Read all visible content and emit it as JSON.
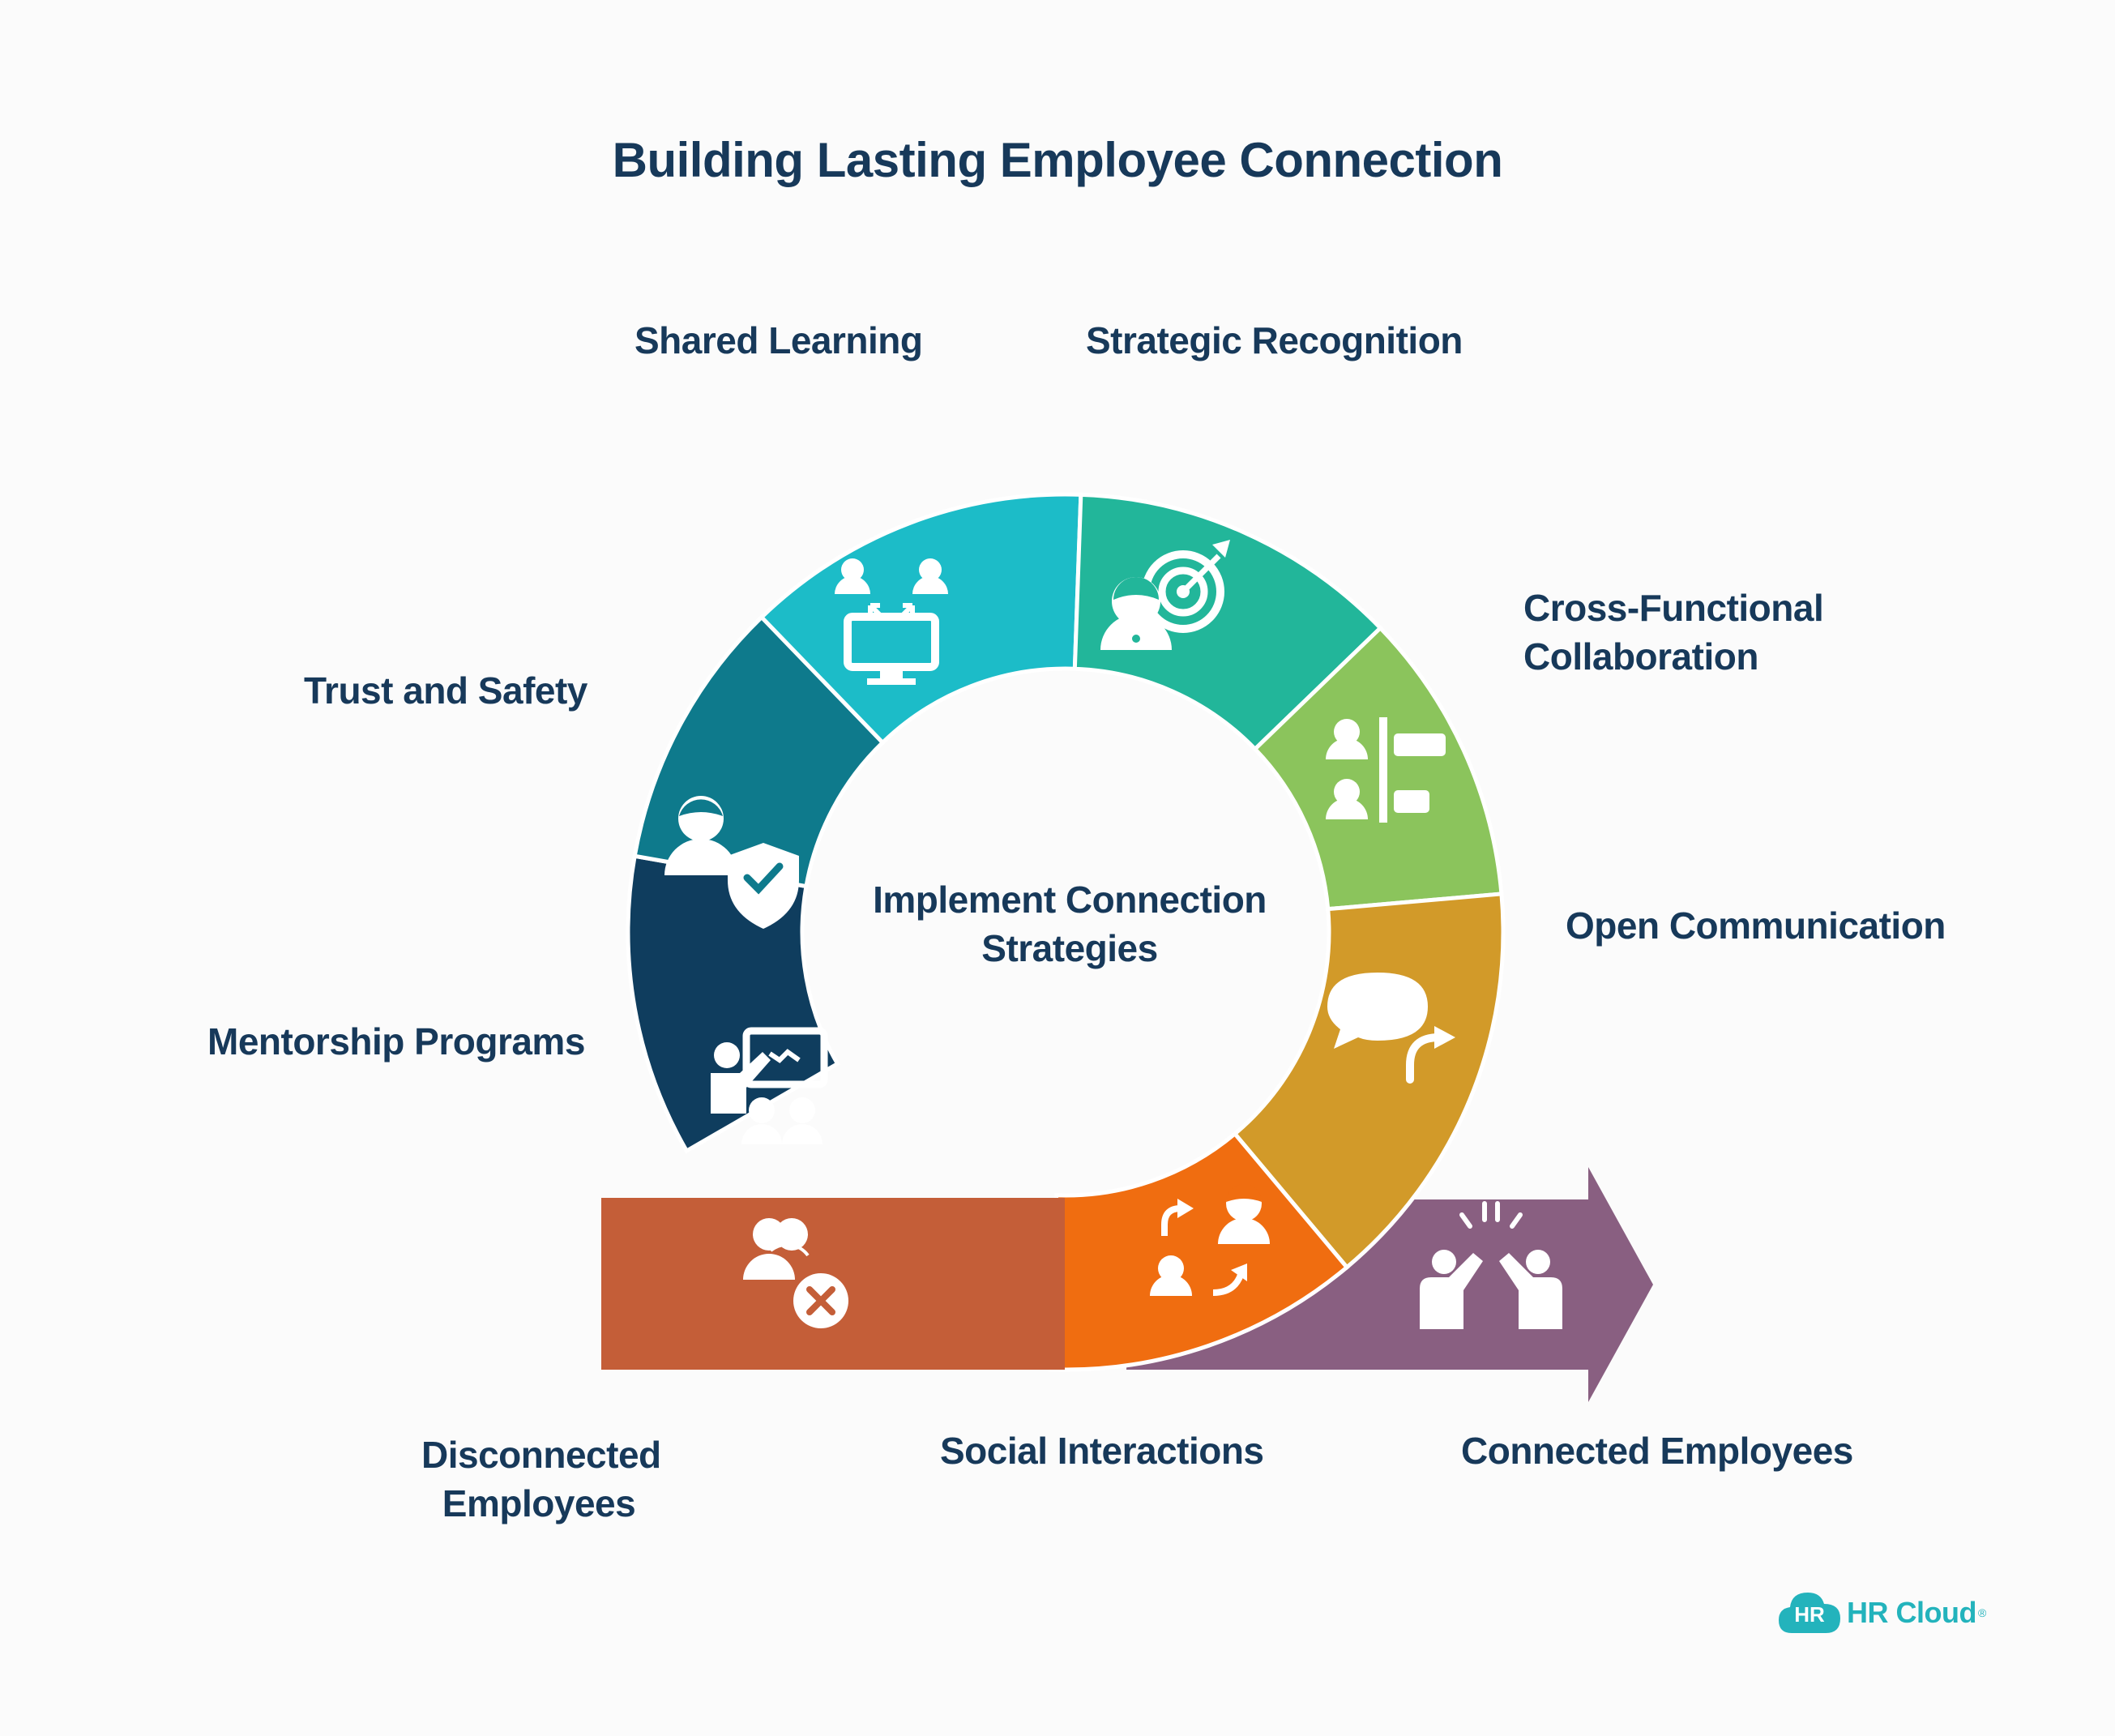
{
  "title": "Building Lasting Employee Connection",
  "center": {
    "line1": "Implement Connection",
    "line2": "Strategies"
  },
  "stages": [
    {
      "id": "mentorship",
      "label_line1": "Mentorship Programs",
      "label_line2": "",
      "color": "#0f3d5e",
      "icon": "presentation-icon"
    },
    {
      "id": "trust",
      "label_line1": "Trust and Safety",
      "label_line2": "",
      "color": "#0e7a8c",
      "icon": "person-shield-icon"
    },
    {
      "id": "learning",
      "label_line1": "Shared Learning",
      "label_line2": "",
      "color": "#1cbcc8",
      "icon": "people-computer-icon"
    },
    {
      "id": "recognition",
      "label_line1": "Strategic Recognition",
      "label_line2": "",
      "color": "#22b69a",
      "icon": "person-target-icon"
    },
    {
      "id": "collaboration",
      "label_line1": "Cross-Functional",
      "label_line2": "Collaboration",
      "color": "#8bc45c",
      "icon": "people-hierarchy-icon"
    },
    {
      "id": "communication",
      "label_line1": "Open Communication",
      "label_line2": "",
      "color": "#d29a29",
      "icon": "speech-bubble-icon"
    },
    {
      "id": "social",
      "label_line1": "Social Interactions",
      "label_line2": "",
      "color": "#f06d10",
      "icon": "people-exchange-icon"
    }
  ],
  "start": {
    "label_line1": "Disconnected",
    "label_line2": "Employees",
    "color": "#c45e38",
    "icon": "people-x-icon"
  },
  "end": {
    "label_line1": "Connected Employees",
    "color": "#895f81",
    "icon": "high-five-icon"
  },
  "brand": {
    "badge": "HR",
    "name": "HR Cloud",
    "mark": "®",
    "color": "#23b3bc"
  }
}
